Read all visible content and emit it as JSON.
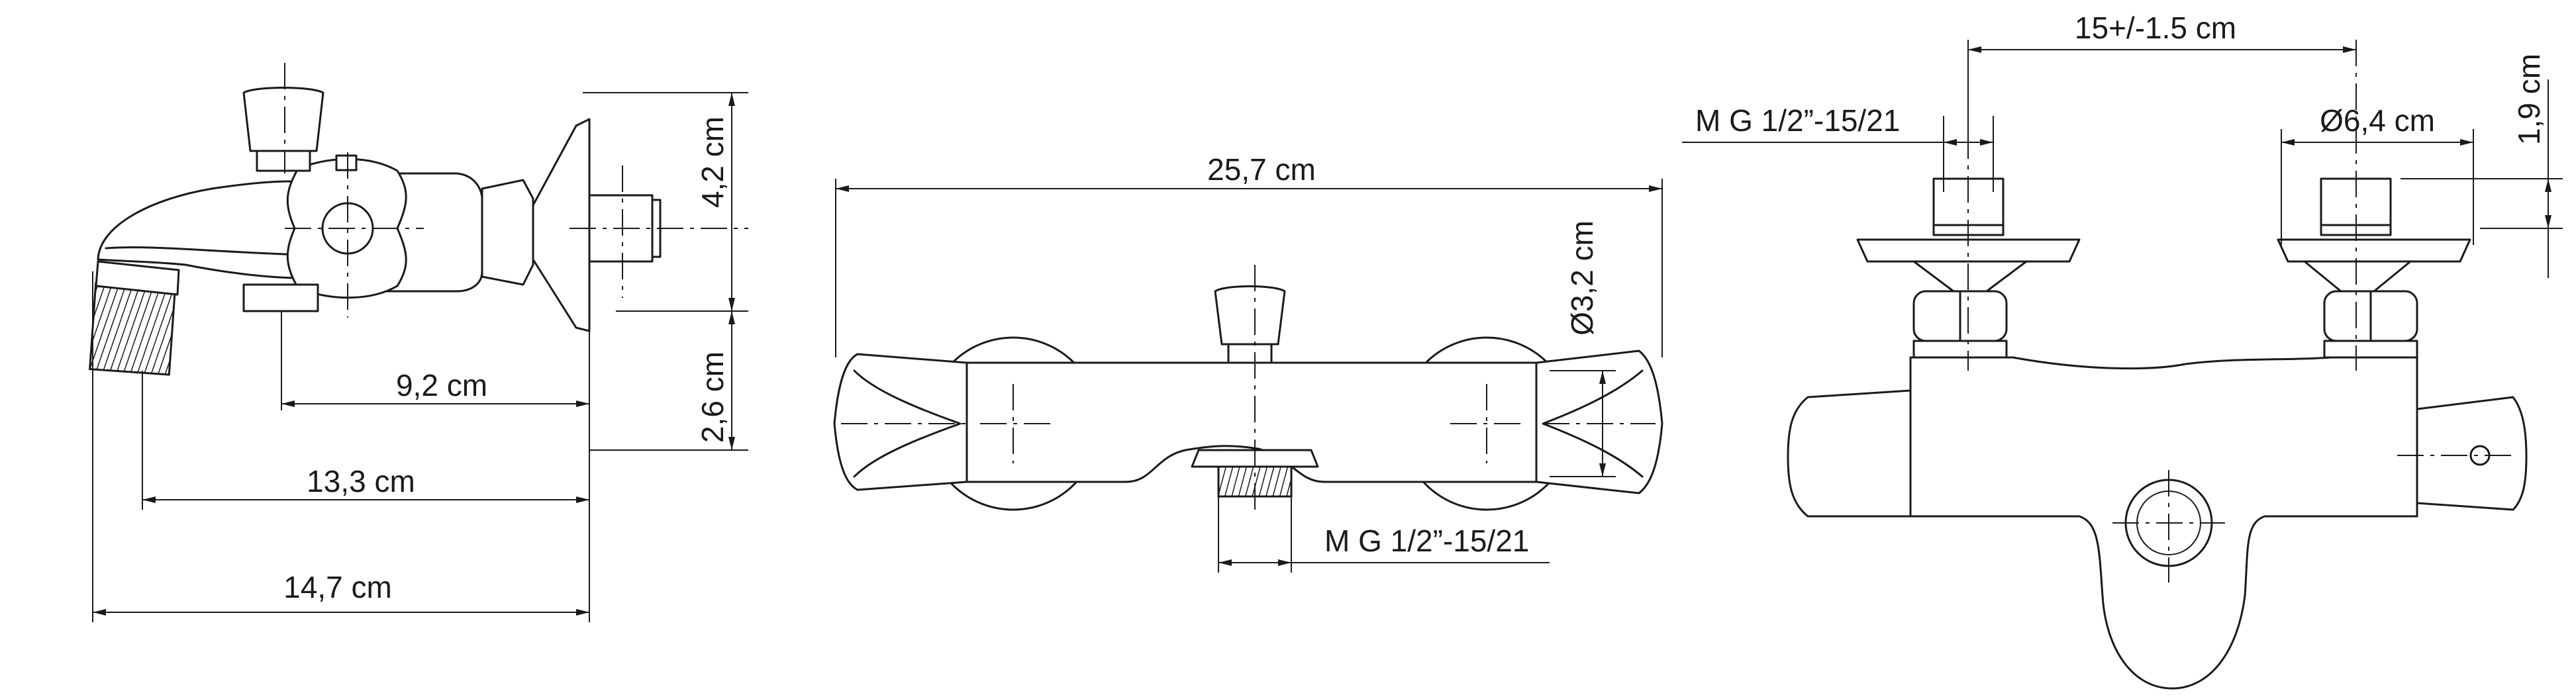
{
  "side_view": {
    "dim_length_total": "14,7 cm",
    "dim_length_spout": "13,3 cm",
    "dim_length_body": "9,2 cm",
    "dim_height_top": "4,2 cm",
    "dim_height_bottom": "2,6 cm"
  },
  "front_view": {
    "dim_width": "25,7 cm",
    "dim_diameter": "Ø3,2 cm",
    "dim_outlet_thread": "M G 1/2”-15/21"
  },
  "top_view": {
    "dim_spacing": "15+/-1.5 cm",
    "dim_inlet_thread": "M G 1/2”-15/21",
    "dim_diameter": "Ø6,4 cm",
    "dim_height": "1,9 cm"
  }
}
